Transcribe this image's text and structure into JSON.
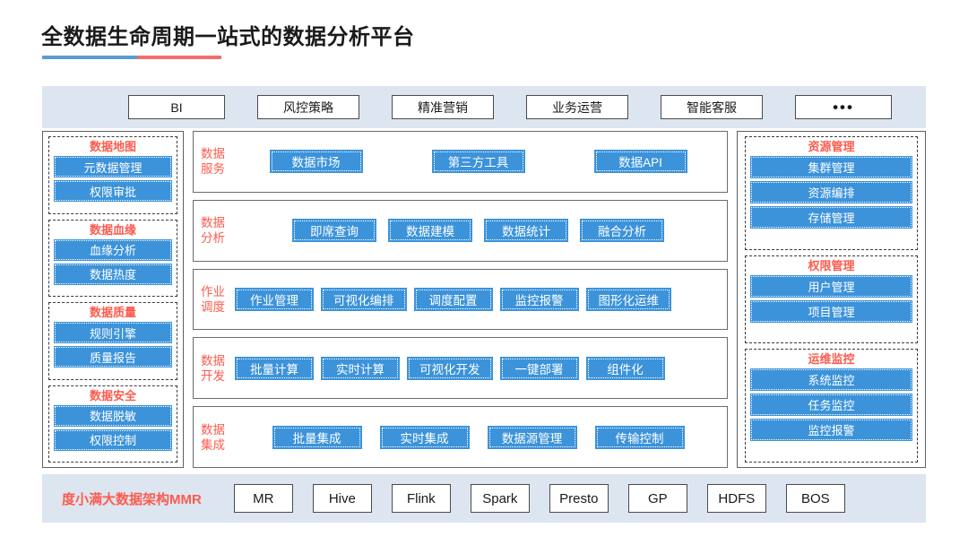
{
  "title": "全数据生命周期一站式的数据分析平台",
  "colors": {
    "accent_red": "#fc5b4e",
    "accent_blue": "#3c93da",
    "band_bg": "#dde5f1",
    "rule_blue": "#5b9bd5",
    "rule_red": "#f2706b"
  },
  "app_band": {
    "items": [
      {
        "label": "BI"
      },
      {
        "label": "风控策略"
      },
      {
        "label": "精准营销"
      },
      {
        "label": "业务运营"
      },
      {
        "label": "智能客服"
      },
      {
        "label": "•••"
      }
    ]
  },
  "left_column": {
    "groups": [
      {
        "title": "数据地图",
        "items": [
          "元数据管理",
          "权限审批"
        ]
      },
      {
        "title": "数据血缘",
        "items": [
          "血缘分析",
          "数据热度"
        ]
      },
      {
        "title": "数据质量",
        "items": [
          "规则引擎",
          "质量报告"
        ]
      },
      {
        "title": "数据安全",
        "items": [
          "数据脱敏",
          "权限控制"
        ]
      }
    ]
  },
  "center_column": {
    "rows": [
      {
        "label": "数据服务",
        "items": [
          "数据市场",
          "第三方工具",
          "数据API"
        ]
      },
      {
        "label": "数据分析",
        "items": [
          "即席查询",
          "数据建模",
          "数据统计",
          "融合分析"
        ]
      },
      {
        "label": "作业调度",
        "items": [
          "作业管理",
          "可视化编排",
          "调度配置",
          "监控报警",
          "图形化运维"
        ]
      },
      {
        "label": "数据开发",
        "items": [
          "批量计算",
          "实时计算",
          "可视化开发",
          "一键部署",
          "组件化"
        ]
      },
      {
        "label": "数据集成",
        "items": [
          "批量集成",
          "实时集成",
          "数据源管理",
          "传输控制"
        ]
      }
    ]
  },
  "right_column": {
    "groups": [
      {
        "title": "资源管理",
        "items": [
          "集群管理",
          "资源编排",
          "存储管理"
        ]
      },
      {
        "title": "权限管理",
        "items": [
          "用户管理",
          "项目管理"
        ]
      },
      {
        "title": "运维监控",
        "items": [
          "系统监控",
          "任务监控",
          "监控报警"
        ]
      }
    ]
  },
  "bottom_band": {
    "label": "度小满大数据架构MMR",
    "items": [
      "MR",
      "Hive",
      "Flink",
      "Spark",
      "Presto",
      "GP",
      "HDFS",
      "BOS"
    ]
  }
}
